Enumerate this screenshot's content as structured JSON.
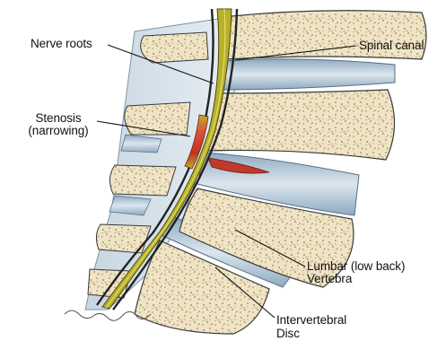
{
  "labels": {
    "nerve_roots": "Nerve roots",
    "spinal_canal": "Spinal canal",
    "stenosis_line1": "Stenosis",
    "stenosis_line2": "(narrowing)",
    "vertebra_line1": "Lumbar (low back)",
    "vertebra_line2": "Vertebra",
    "disc_line1": "Intervertebral",
    "disc_line2": "Disc"
  },
  "colors": {
    "bone": "#efe4c6",
    "disc": "#b8ccdd",
    "nerve": "#b8b12a",
    "stenosis": "#c8402c",
    "outline": "#2a2a2a"
  }
}
